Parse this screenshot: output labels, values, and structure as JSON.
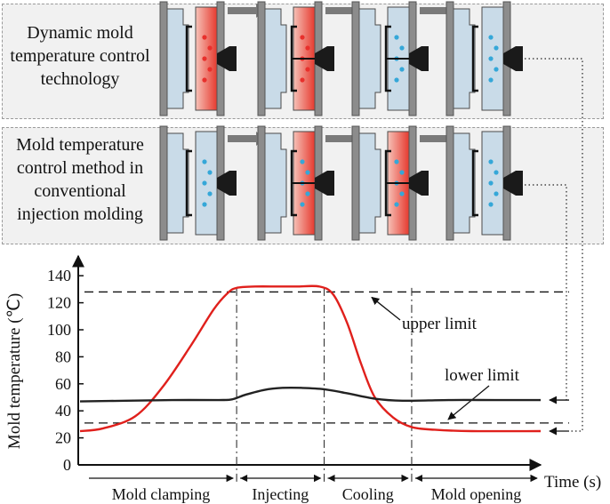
{
  "panels": [
    {
      "label": "Dynamic mold temperature control technology",
      "lines": [
        "Dynamic mold",
        "temperature control",
        "technology"
      ]
    },
    {
      "label": "Mold temperature control method in conventional injection molding",
      "lines": [
        "Mold temperature",
        "control method in",
        "conventional",
        "injection molding"
      ]
    }
  ],
  "colors": {
    "heat": "#e8302c",
    "cool_dot": "#35a7d8",
    "mold_plate": "#c9dbe8",
    "frame": "#6b6b6b",
    "arrow": "#7a7a7a",
    "curve_dynamic": "#e0201c",
    "curve_conventional": "#222222"
  },
  "chart_data": {
    "type": "line",
    "ylabel": "Mold temperature (℃)",
    "xlabel": "Time (s)",
    "ylim": [
      0,
      150
    ],
    "yticks": [
      0,
      20,
      40,
      60,
      80,
      100,
      120,
      140
    ],
    "limits": [
      {
        "name": "upper limit",
        "value": 128
      },
      {
        "name": "lower limit",
        "value": 31
      }
    ],
    "phases": [
      "Mold clamping",
      "Injecting",
      "Cooling",
      "Mold opening"
    ],
    "phase_bounds": [
      0.0,
      0.34,
      0.53,
      0.72,
      1.0
    ],
    "series": [
      {
        "x": [
          0.0,
          0.05,
          0.12,
          0.18,
          0.24,
          0.29,
          0.32,
          0.34,
          0.38,
          0.43,
          0.47,
          0.52,
          0.55,
          0.58,
          0.61,
          0.64,
          0.68,
          0.72,
          0.77,
          0.85,
          1.0
        ],
        "y": [
          25,
          27,
          36,
          58,
          88,
          115,
          127,
          131,
          132,
          132,
          132,
          132,
          126,
          105,
          75,
          50,
          35,
          28,
          26,
          25,
          25
        ]
      },
      {
        "x": [
          0.0,
          0.1,
          0.2,
          0.3,
          0.33,
          0.36,
          0.4,
          0.44,
          0.48,
          0.53,
          0.58,
          0.64,
          0.7,
          0.8,
          0.9,
          1.0
        ],
        "y": [
          47,
          47.5,
          48,
          48,
          48.5,
          52,
          55.5,
          57,
          57,
          56,
          53,
          49,
          47.5,
          48,
          48,
          48
        ]
      }
    ]
  }
}
